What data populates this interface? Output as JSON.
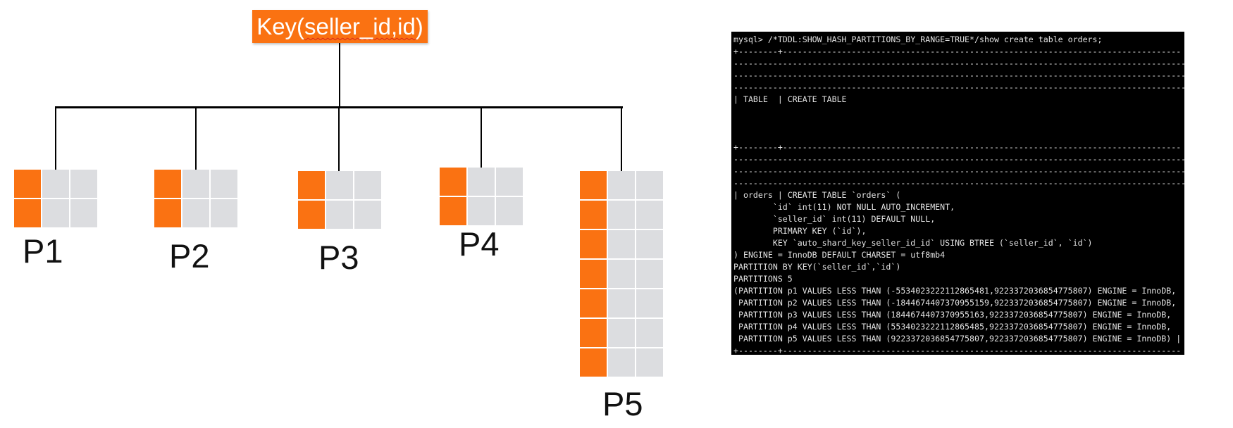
{
  "diagram": {
    "key_box": {
      "prefix": "Key(",
      "underlined": "seller_id,id",
      "suffix": ")"
    },
    "colors": {
      "accent": "#fa7212",
      "cell": "#dcdde0",
      "line": "#000000"
    },
    "partitions": [
      {
        "label": "P1",
        "rows": 2,
        "cols": 3
      },
      {
        "label": "P2",
        "rows": 2,
        "cols": 3
      },
      {
        "label": "P3",
        "rows": 2,
        "cols": 3
      },
      {
        "label": "P4",
        "rows": 2,
        "cols": 3
      },
      {
        "label": "P5",
        "rows": 7,
        "cols": 3
      }
    ]
  },
  "terminal": {
    "lines": [
      "mysql> /*TDDL:SHOW_HASH_PARTITIONS_BY_RANGE=TRUE*/show create table orders;",
      "+--------+---------------------------------------------------------------------------------",
      "------------------------------------------------------------------------------------------------",
      "------------------------------------------------------------------------------------------------",
      "------------------------------------------------------------------------------------------------",
      "| TABLE  | CREATE TABLE",
      "",
      "",
      "",
      "+--------+---------------------------------------------------------------------------------",
      "------------------------------------------------------------------------------------------------",
      "------------------------------------------------------------------------------------------------",
      "------------------------------------------------------------------------------------------------",
      "| orders | CREATE TABLE `orders` (",
      "        `id` int(11) NOT NULL AUTO_INCREMENT,",
      "        `seller_id` int(11) DEFAULT NULL,",
      "        PRIMARY KEY (`id`),",
      "        KEY `auto_shard_key_seller_id_id` USING BTREE (`seller_id`, `id`)",
      ") ENGINE = InnoDB DEFAULT CHARSET = utf8mb4",
      "PARTITION BY KEY(`seller_id`,`id`)",
      "PARTITIONS 5",
      "(PARTITION p1 VALUES LESS THAN (-5534023222112865481,9223372036854775807) ENGINE = InnoDB,",
      " PARTITION p2 VALUES LESS THAN (-1844674407370955159,9223372036854775807) ENGINE = InnoDB,",
      " PARTITION p3 VALUES LESS THAN (1844674407370955163,9223372036854775807) ENGINE = InnoDB,",
      " PARTITION p4 VALUES LESS THAN (5534023222112865485,9223372036854775807) ENGINE = InnoDB,",
      " PARTITION p5 VALUES LESS THAN (9223372036854775807,9223372036854775807) ENGINE = InnoDB) |",
      "+--------+---------------------------------------------------------------------------------"
    ]
  }
}
